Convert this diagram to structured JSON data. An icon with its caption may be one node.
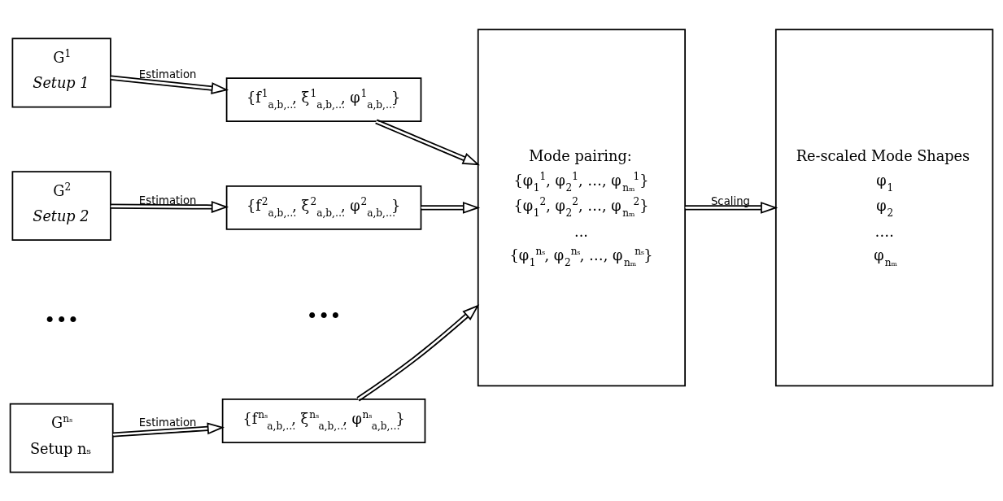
{
  "diagram": {
    "nodes": [
      {
        "text": [
          "G$^{1}$",
          "Setup 1"
        ]
      },
      {
        "text": [
          "G$^{2}$",
          "Setup 2"
        ]
      },
      {
        "text": [
          "G$^{nₛ}$",
          "Setup nₛ"
        ]
      },
      {
        "text": [
          "{f$^{1}$$_{a,b,…}$, ξ$^{1}$$_{a,b,…}$, φ$^{1}$$_{a,b,…}$}"
        ]
      },
      {
        "text": [
          "{f$^{2}$$_{a,b,…}$, ξ$^{2}$$_{a,b,…}$, φ$^{2}$$_{a,b,…}$}"
        ]
      },
      {
        "text": [
          "{f$^{nₛ}$$_{a,b,…}$, ξ$^{nₛ}$$_{a,b,…}$, φ$^{nₛ}$$_{a,b,…}$}"
        ]
      },
      {
        "text": [
          "Mode pairing:",
          "{φ$_{1}$$^{1}$, φ$_{2}$$^{1}$, …, φ$_{nₘ}$$^{1}$}",
          "{φ$_{1}$$^{2}$, φ$_{2}$$^{2}$, …, φ$_{nₘ}$$^{2}$}",
          "...",
          "{φ$_{1}$$^{nₛ}$, φ$_{2}$$^{nₛ}$, …, φ$_{nₘ}$$^{nₛ}$}"
        ]
      },
      {
        "text": [
          "Re-scaled Mode Shapes",
          "φ$_{1}$",
          "φ$_{2}$",
          "….",
          "φ$_{nₘ}$"
        ]
      }
    ],
    "edges": [
      {
        "from": 0,
        "to": 3,
        "arrow": "to",
        "label": "Estimation"
      },
      {
        "from": 1,
        "to": 4,
        "arrow": "to",
        "label": "Estimation"
      },
      {
        "from": 2,
        "to": 5,
        "arrow": "to",
        "label": "Estimation"
      },
      {
        "from": 3,
        "to": 6,
        "arrow": "to"
      },
      {
        "from": 4,
        "to": 6,
        "arrow": "to"
      },
      {
        "from": 5,
        "to": 6,
        "arrow": "to"
      },
      {
        "from": 6,
        "to": 7,
        "arrow": "to",
        "label": "Scaling"
      }
    ],
    "labels": [
      "•••",
      "•••"
    ]
  }
}
